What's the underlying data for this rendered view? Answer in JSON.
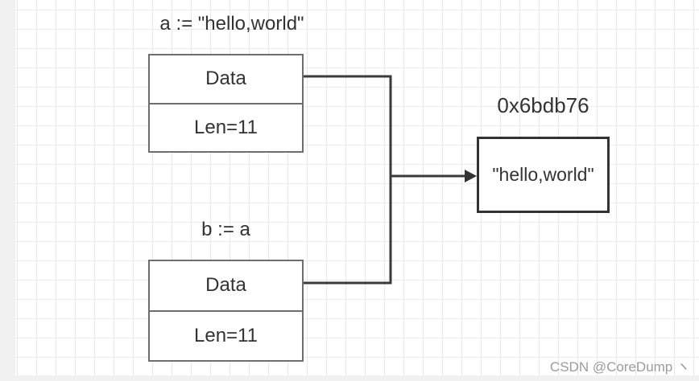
{
  "canvas": {
    "background_color": "#ffffff",
    "grid_color": "#e9e9e9",
    "margin_color": "#f1f1f2"
  },
  "diagram": {
    "title_a": "a := \"hello,world\"",
    "title_b": "b := a",
    "struct_a": {
      "data_label": "Data",
      "len_label": "Len=11"
    },
    "struct_b": {
      "data_label": "Data",
      "len_label": "Len=11"
    },
    "address_label": "0x6bdb76",
    "string_literal": "\"hello,world\"",
    "colors": {
      "connector": "#3a3a3a",
      "arrowhead": "#333333",
      "struct_border": "#6e6e6e",
      "string_box_border": "#333333",
      "text": "#333333"
    }
  },
  "watermark": {
    "text": "CSDN @CoreDump ヽ",
    "color": "#9b9b9b"
  }
}
